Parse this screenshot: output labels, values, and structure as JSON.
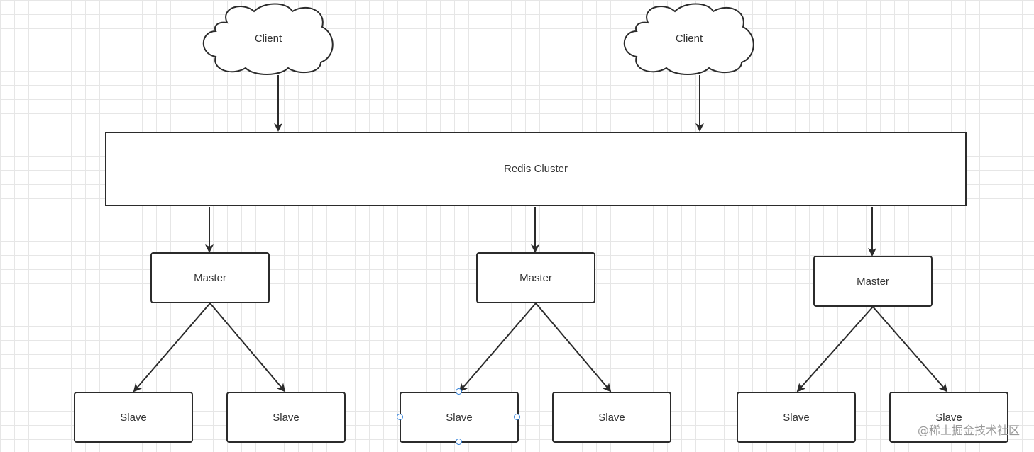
{
  "clients": [
    {
      "label": "Client"
    },
    {
      "label": "Client"
    }
  ],
  "cluster": {
    "label": "Redis Cluster"
  },
  "masters": [
    {
      "label": "Master"
    },
    {
      "label": "Master"
    },
    {
      "label": "Master"
    }
  ],
  "slaves": [
    {
      "label": "Slave"
    },
    {
      "label": "Slave"
    },
    {
      "label": "Slave"
    },
    {
      "label": "Slave"
    },
    {
      "label": "Slave"
    },
    {
      "label": "Slave"
    }
  ],
  "watermark": "@稀土掘金技术社区",
  "colors": {
    "stroke": "#2b2b2b",
    "grid": "#e6e6e6",
    "selection": "#2f7fd8"
  }
}
